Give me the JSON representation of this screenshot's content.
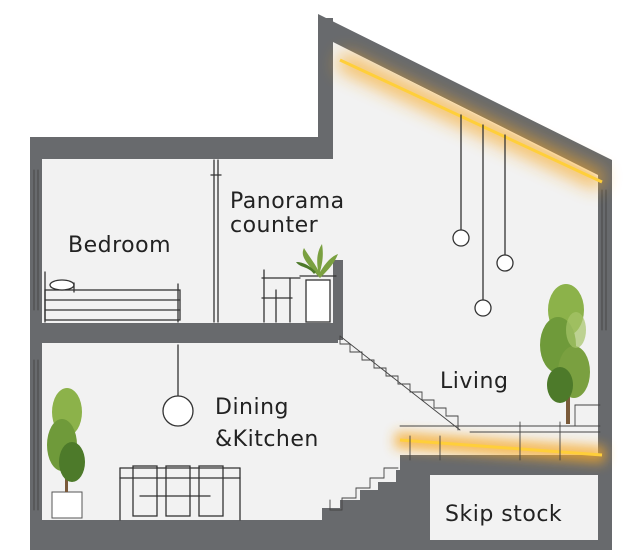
{
  "labels": {
    "bedroom": "Bedroom",
    "panorama_line1": "Panorama",
    "panorama_line2": "counter",
    "living": "Living",
    "dining_line1": "Dining",
    "dining_line2": "&Kitchen",
    "skip_stock": "Skip stock"
  },
  "colors": {
    "wall": "#686a6d",
    "interior": "#f2f2f2",
    "glow": "#f7a928",
    "glow_core": "#ffcf3a",
    "plant_green": "#6f9a3a",
    "plant_dark": "#4d7a2a",
    "trunk": "#7a5a3a"
  }
}
